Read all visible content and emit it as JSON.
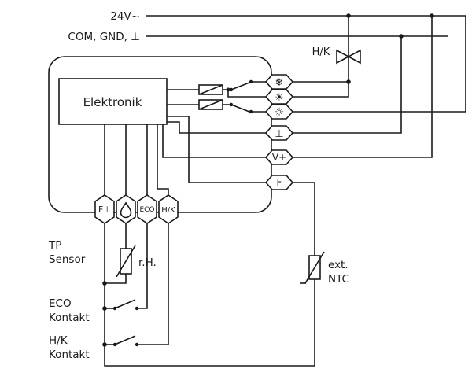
{
  "colors": {
    "line": "#1a1a1a",
    "background": "#ffffff"
  },
  "supply": {
    "line1_label": "24V~",
    "line2_label": "COM, GND, ⊥"
  },
  "valve": {
    "label": "H/K"
  },
  "controller": {
    "label": "Elektronik"
  },
  "right_terminals": [
    {
      "name": "cool-output",
      "symbol": "❄"
    },
    {
      "name": "heat-output",
      "symbol": "☀"
    },
    {
      "name": "aux-output",
      "symbol": "☼"
    },
    {
      "name": "ground",
      "symbol": "⊥"
    },
    {
      "name": "supply-vplus",
      "symbol": "V+"
    },
    {
      "name": "sensor-f",
      "symbol": "F"
    }
  ],
  "bottom_terminals": [
    {
      "name": "sensor-ground",
      "symbol": "F⊥"
    },
    {
      "name": "humidity-input",
      "icon": "droplet"
    },
    {
      "name": "eco-input",
      "symbol": "ECO"
    },
    {
      "name": "hk-input",
      "symbol": "H/K"
    }
  ],
  "annotations": {
    "tp_sensor": [
      "TP",
      "Sensor"
    ],
    "eco_kontakt": [
      "ECO",
      "Kontakt"
    ],
    "hk_kontakt": [
      "H/K",
      "Kontakt"
    ],
    "rh_sensor": "r.H.",
    "ext_ntc": [
      "ext.",
      "NTC"
    ]
  }
}
